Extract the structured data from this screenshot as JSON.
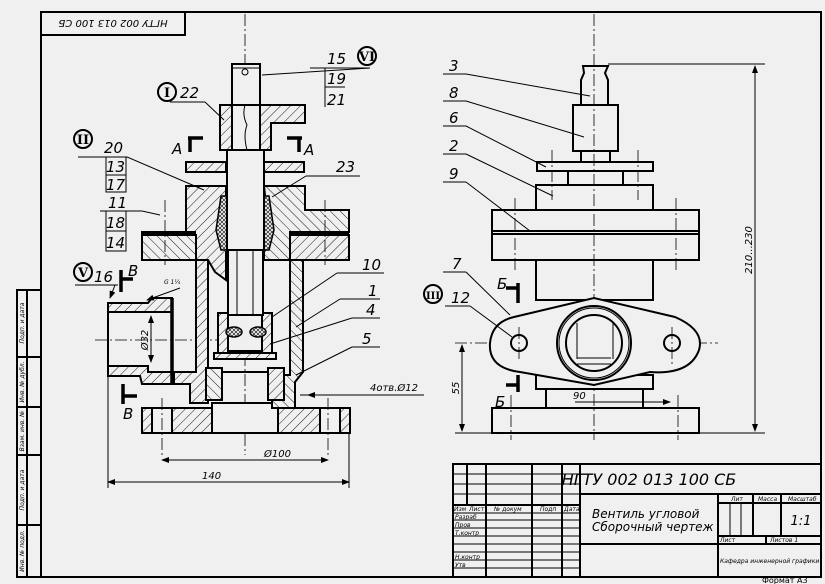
{
  "drawing": {
    "doc_code": "НГТУ 002 013 100 СБ",
    "doc_code_rotated": "НГТУ 002 013 100 СБ",
    "title_line1": "Вентиль угловой",
    "title_line2": "Сборочный чертеж",
    "organization": "Кафедра инженерной графики",
    "format": "Формат А3"
  },
  "title_block": {
    "col_headers": [
      "Изм",
      "Лист",
      "№ докум",
      "Подп",
      "Дата"
    ],
    "roles": [
      "Разраб",
      "Пров",
      "Т.контр",
      "",
      "Н.контр",
      "Утв"
    ],
    "lit_label": "Лит",
    "mass_label": "Масса",
    "scale_label": "Масштаб",
    "scale_value": "1:1",
    "sheet_label": "Лист",
    "sheets_label": "Листов 1"
  },
  "side_strip": [
    "Подп. и дата",
    "Инв. № дубл.",
    "Взам. инв. №",
    "Подп. и дата",
    "Инв. № подл."
  ],
  "left_view": {
    "callouts": {
      "p15": "15",
      "p19": "19",
      "p21": "21",
      "p22": "22",
      "p20": "20",
      "p13": "13",
      "p17": "17",
      "p11": "11",
      "p18": "18",
      "p14": "14",
      "p16": "16",
      "p23": "23",
      "p10": "10",
      "p1": "1",
      "p4": "4",
      "p5": "5"
    },
    "roman": {
      "r1": "I",
      "r2": "II",
      "r5": "V",
      "r6": "VI"
    },
    "sections": {
      "a_left": "А",
      "a_right": "А",
      "v_top": "В",
      "v_bottom": "В"
    },
    "thread": "G 1¼",
    "dims": {
      "d32": "Ø32",
      "d100": "Ø100",
      "w140": "140",
      "holes": "4отв.Ø12"
    }
  },
  "right_view": {
    "callouts": {
      "p3": "3",
      "p8": "8",
      "p6": "6",
      "p2": "2",
      "p9": "9",
      "p7": "7",
      "p12": "12"
    },
    "roman": {
      "r3": "III"
    },
    "sections": {
      "b_top": "Б",
      "b_bottom": "Б"
    },
    "dims": {
      "h": "210...230",
      "h55": "55",
      "w90": "90"
    }
  }
}
